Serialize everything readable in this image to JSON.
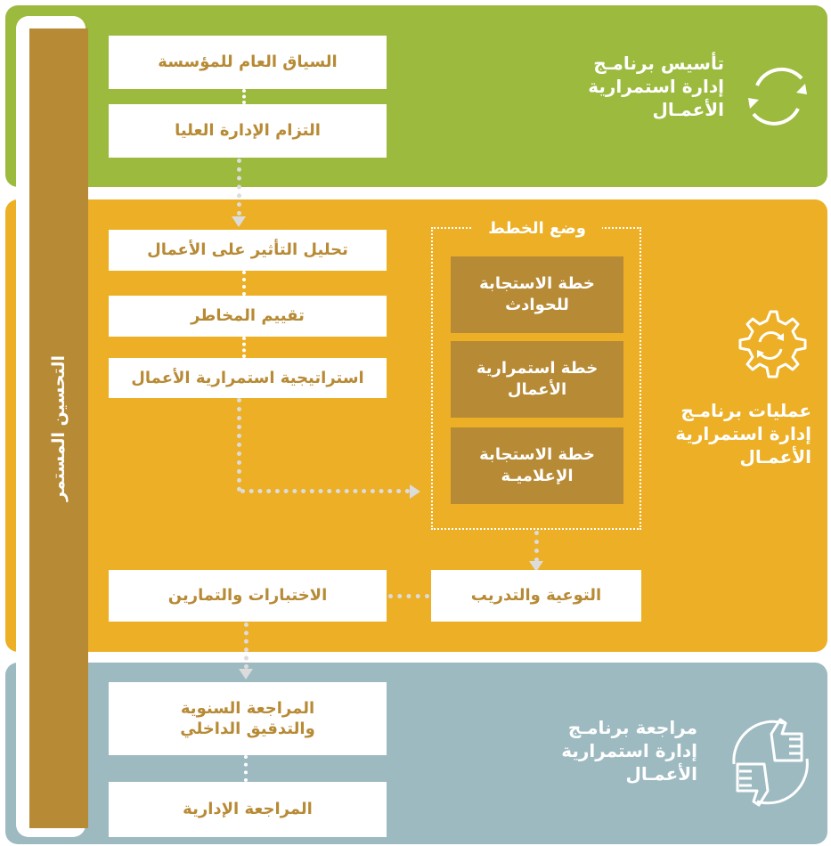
{
  "colors": {
    "green": "#9cba3d",
    "orange": "#ecaf25",
    "blue": "#9dbac1",
    "brown": "#b78a35",
    "connector": "#dcdcdc"
  },
  "sidebar": {
    "label": "التحسين المستمر"
  },
  "phases": {
    "establish": {
      "title": [
        "تأسيس برنامـج",
        "إدارة استمرارية",
        "الأعمـال"
      ],
      "icon": "refresh-cycle-icon"
    },
    "operations": {
      "title": [
        "عمليات برنامـج",
        "إدارة استمرارية",
        "الأعمـال"
      ],
      "icon": "gear-sync-icon"
    },
    "review": {
      "title": [
        "مراجعة برنامـج",
        "إدارة استمرارية",
        "الأعمـال"
      ],
      "icon": "thumbs-up-down-icon"
    }
  },
  "steps": {
    "context": "السياق العام للمؤسسة",
    "commitment": "التزام الإدارة العليا",
    "bia": "تحليل التأثير على الأعمال",
    "risk": "تقييم المخاطر",
    "strategy": "استراتيجية استمرارية الأعمال",
    "awareness": "التوعية والتدريب",
    "testing": "الاختبارات والتمارين",
    "annual_review": [
      "المراجعة السنوية",
      "والتدقيق الداخلي"
    ],
    "management_review": "المراجعة الإدارية"
  },
  "planning": {
    "title": "وضع الخطط",
    "plans": [
      [
        "خطة الاستجابة",
        "للحوادث"
      ],
      [
        "خطة استمرارية",
        "الأعمال"
      ],
      [
        "خطة الاستجابة",
        "الإعلاميـة"
      ]
    ]
  }
}
